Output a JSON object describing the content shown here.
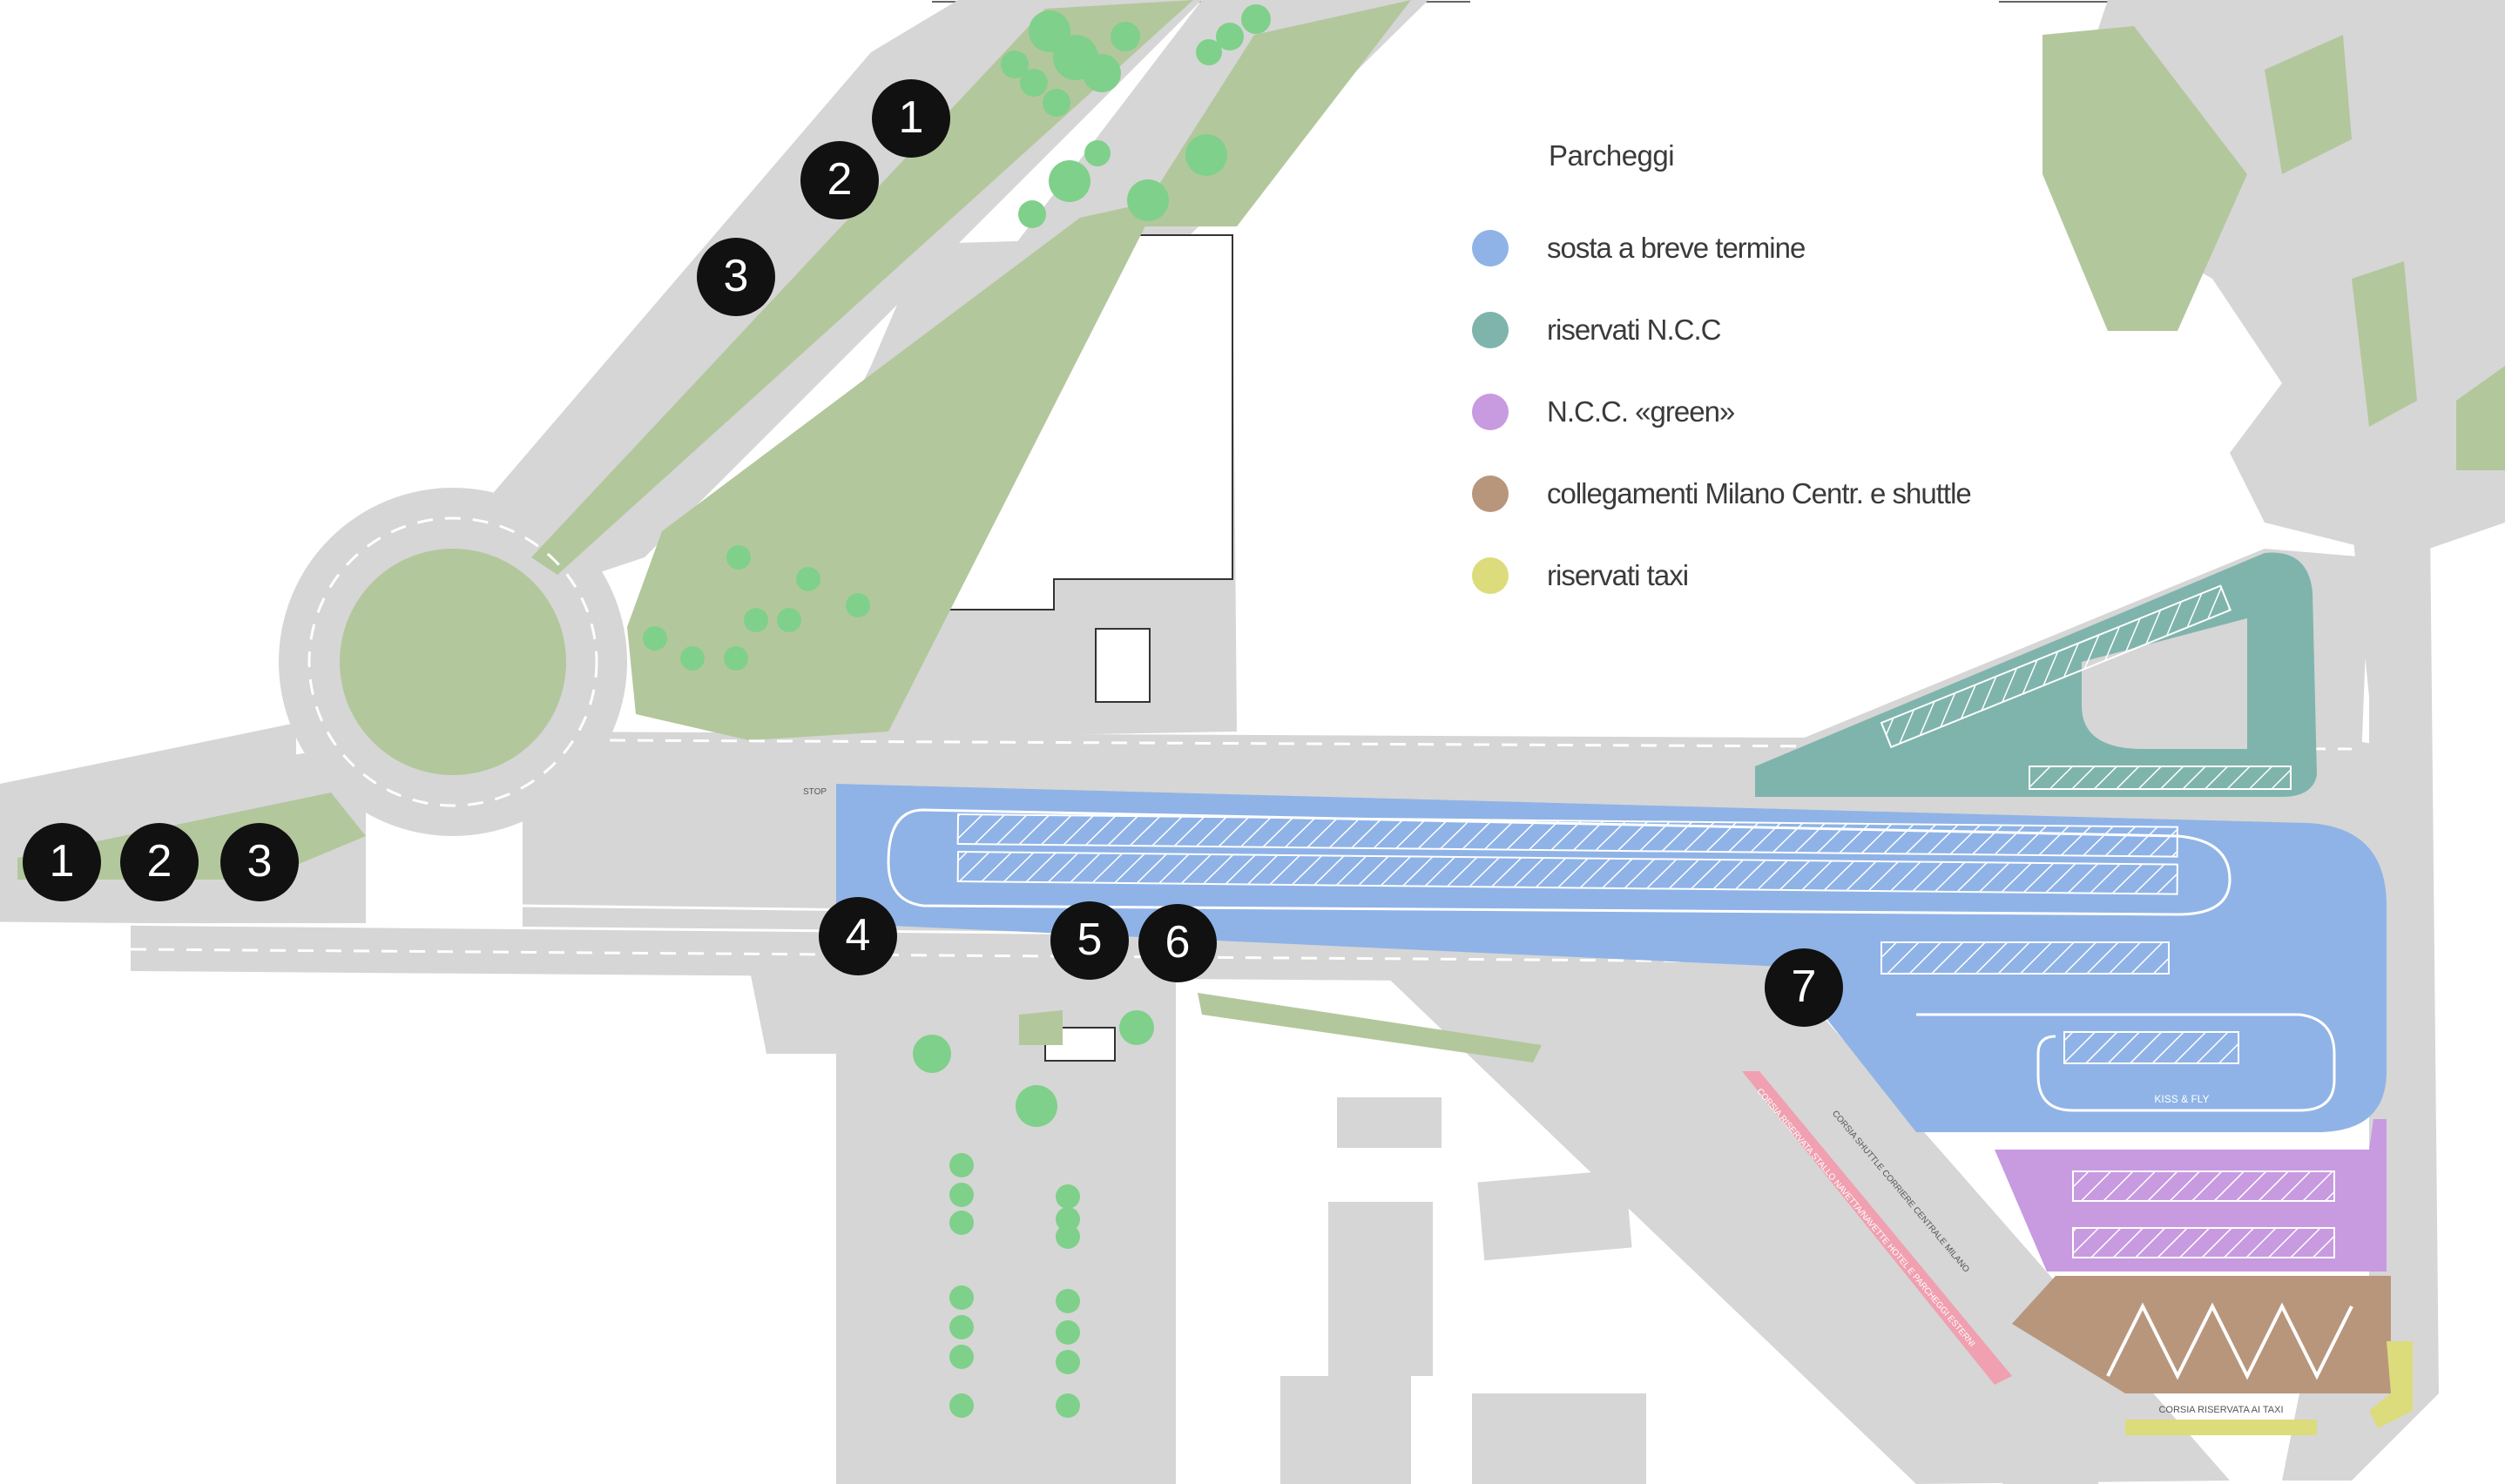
{
  "legend": {
    "title": "Parcheggi",
    "items": [
      {
        "label": "sosta a breve termine",
        "color": "#8fb3e6"
      },
      {
        "label": "riservati N.C.C",
        "color": "#7fb4ac"
      },
      {
        "label": "N.C.C. «green»",
        "color": "#c89ae0"
      },
      {
        "label": "collegamenti Milano Centr. e shuttle",
        "color": "#b8967c"
      },
      {
        "label": "riservati taxi",
        "color": "#dcdc7c"
      }
    ]
  },
  "markers": [
    "1",
    "2",
    "3",
    "1",
    "2",
    "3",
    "4",
    "5",
    "6",
    "7"
  ],
  "road_labels": {
    "kiss_fly": "KISS & FLY",
    "stop": "STOP",
    "corsia_taxi": "CORSIA RISERVATA AI TAXI",
    "corsia_shuttle": "CORSIA SHUTTLE CORRIERE CENTRALE MILANO",
    "corsia_navette": "CORSIA RISERVATA STALLO NAVETTA/NAVETTE HOTEL E PARCHEGGI ESTERNI"
  },
  "colors": {
    "road": "#d6d6d6",
    "green_area": "#b3c79d",
    "tree": "#7fd08a",
    "marker": "#111111",
    "short_term": "#8fb3e6",
    "ncc": "#7fb4ac",
    "ncc_green": "#c89ae0",
    "shuttle": "#b8967c",
    "taxi": "#dcdc7c",
    "lane_pink": "#f0a0b0"
  }
}
